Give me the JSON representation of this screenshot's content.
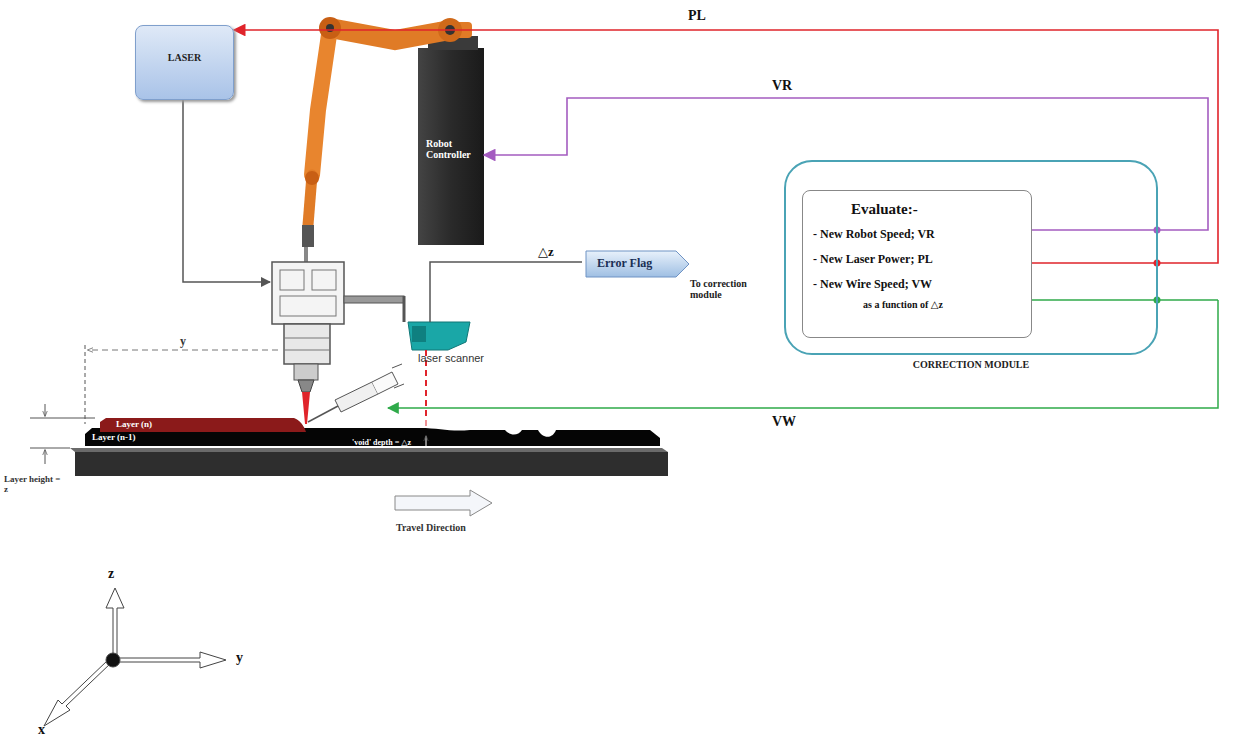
{
  "diagram": {
    "nodes": [
      {
        "text": [
          "LASER"
        ]
      },
      {
        "text": [
          "Robot Controller"
        ]
      },
      {
        "text": [
          "Error Flag"
        ]
      },
      {
        "text": [
          "CORRECTION MODULE"
        ]
      },
      {
        "text": [
          "Evaluate:-",
          "- New Robot Speed; VR",
          "- New Laser Power; PL",
          "- New Wire Speed; VW",
          "as a function of △z"
        ],
        "in": 3
      },
      {
        "text": [
          "Layer (n)"
        ]
      },
      {
        "text": [
          "Layer (n-1)"
        ]
      }
    ],
    "edges": [
      {
        "from": 4,
        "to": 0,
        "arrow": "to",
        "label": "PL"
      },
      {
        "from": 4,
        "to": 1,
        "arrow": "to",
        "label": "VR"
      }
    ],
    "labels": [
      "△z",
      "To correction module",
      "laser scanner",
      "y",
      "'void' depth = △z",
      "Layer height = z",
      "Travel Direction",
      "VW",
      "z",
      "y",
      "x"
    ]
  }
}
